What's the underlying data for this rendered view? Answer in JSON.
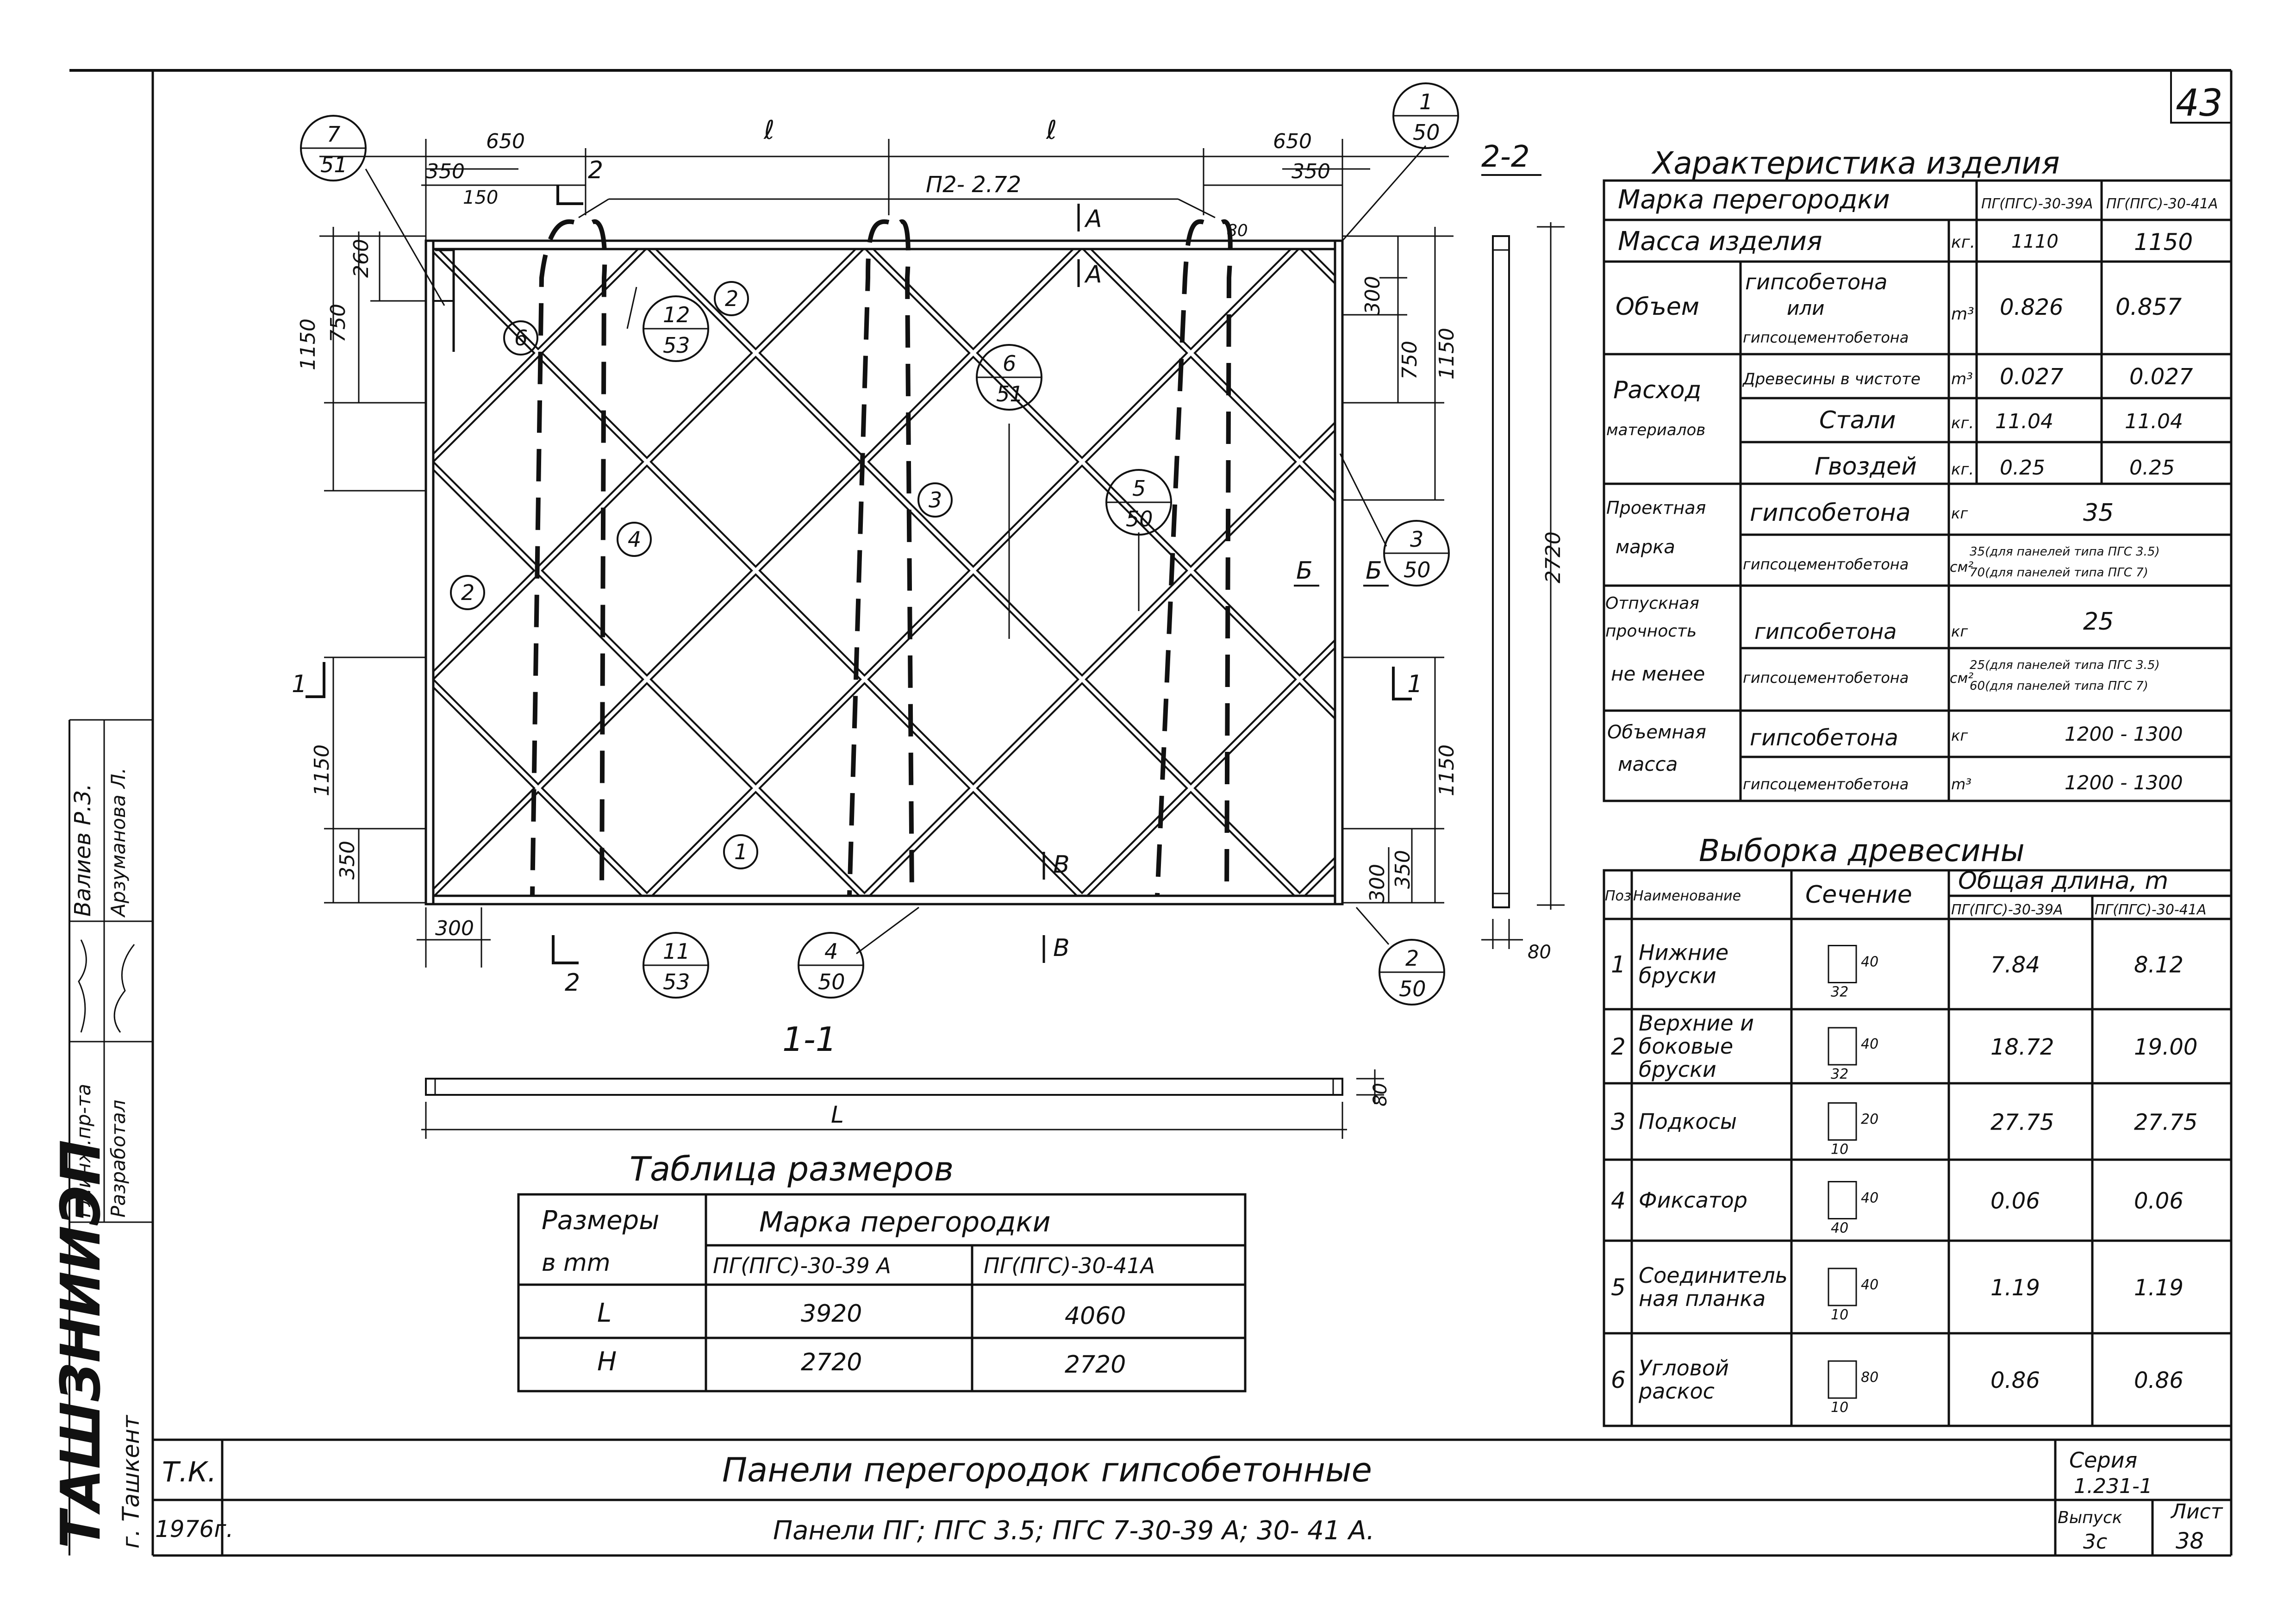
{
  "sheet": {
    "page_number": "43",
    "stamp_logo": "ТАШЗНИИЭП",
    "city": "г. Ташкент",
    "signatures": {
      "chief_engineer_label": "Гл.инж.пр-та",
      "developer_label": "Разработал",
      "name_1": "Валиев  Р.З.",
      "name_2": "Арзуманова Л."
    }
  },
  "drawing": {
    "dims": {
      "d650_left": "650",
      "d350_left": "350",
      "d150": "150",
      "l1": "ℓ",
      "l2": "ℓ",
      "d650_right": "650",
      "d350_right": "350",
      "mark_pg": "П2- 2.72",
      "d260": "260",
      "d750_left": "750",
      "d1150_left_top": "1150",
      "d1150_left_bottom": "1150",
      "d350_left_bottom": "350",
      "d300_bottom": "300",
      "d300_right_top": "300",
      "d750_right": "750",
      "d1150_right_top": "1150",
      "d2720": "2720",
      "d1150_right_bottom": "1150",
      "d300_right_bottom": "300",
      "d350_right_bottom": "350",
      "d80_top": "80",
      "d80_side": "80",
      "d80_section": "80",
      "L": "L"
    },
    "callouts": [
      {
        "id": "c7_51",
        "top": "7",
        "bottom": "51"
      },
      {
        "id": "c1_50",
        "top": "1",
        "bottom": "50"
      },
      {
        "id": "c12_53",
        "top": "12",
        "bottom": "53"
      },
      {
        "id": "c6_51",
        "top": "6",
        "bottom": "51"
      },
      {
        "id": "c5_50",
        "top": "5",
        "bottom": "50"
      },
      {
        "id": "c3_50",
        "top": "3",
        "bottom": "50"
      },
      {
        "id": "c11_53",
        "top": "11",
        "bottom": "53"
      },
      {
        "id": "c4_50",
        "top": "4",
        "bottom": "50"
      },
      {
        "id": "c2_50",
        "top": "2",
        "bottom": "50"
      }
    ],
    "positions": [
      "6",
      "2",
      "2",
      "4",
      "3",
      "1"
    ],
    "section_marks": {
      "s2_top": "2",
      "s2_bottom": "2",
      "s1_left": "1",
      "s1_right": "1",
      "A_top": "А",
      "A_bottom": "А",
      "B_top": "В",
      "B_bottom": "В",
      "Б_left": "Б",
      "Б_right": "Б"
    },
    "section_titles": {
      "s22": "2-2",
      "s11": "1-1"
    }
  },
  "sizes_table": {
    "title": "Таблица  размеров",
    "header_col1_line1": "Размеры",
    "header_col1_line2": "в  mm",
    "header_col2": "Марка  перегородки",
    "col_a": "ПГ(ПГС)-30-39 А",
    "col_b": "ПГ(ПГС)-30-41А",
    "rows": [
      {
        "name": "L",
        "a": "3920",
        "b": "4060"
      },
      {
        "name": "Н",
        "a": "2720",
        "b": "2720"
      }
    ]
  },
  "char_table": {
    "title": "Характеристика  изделия",
    "row_mark": {
      "label": "Марка перегородки",
      "a": "ПГ(ПГС)-30-39А",
      "b": "ПГ(ПГС)-30-41А"
    },
    "row_mass": {
      "label": "Масса  изделия",
      "unit": "кг.",
      "a": "1110",
      "b": "1150"
    },
    "row_volume": {
      "label": "Объем",
      "sub_line1": "гипсобетона",
      "sub_line2": "или",
      "sub_line3": "гипсоцементобетона",
      "unit": "m³",
      "a": "0.826",
      "b": "0.857"
    },
    "row_consumption": {
      "label_line1": "Расход",
      "label_line2": "материалов",
      "items": [
        {
          "name": "Древесины в чистоте",
          "unit": "m³",
          "a": "0.027",
          "b": "0.027"
        },
        {
          "name": "Стали",
          "unit": "кг.",
          "a": "11.04",
          "b": "11.04"
        },
        {
          "name": "Гвоздей",
          "unit": "кг.",
          "a": "0.25",
          "b": "0.25"
        }
      ]
    },
    "row_design": {
      "label_line1": "Проектная",
      "label_line2": "марка",
      "sub1": "гипсобетона",
      "unit1": "кг",
      "val1": "35",
      "sub2": "гипсоцементобетона",
      "unit2": "см²",
      "val2_line1": "35(для панелей типа ПГС 3.5)",
      "val2_line2": "70(для панелей типа ПГС 7)"
    },
    "row_release": {
      "label_line1": "Отпускная",
      "label_line2": "прочность",
      "label_line3": "не менее",
      "sub1": "гипсобетона",
      "unit1": "кг",
      "val1": "25",
      "sub2": "гипсоцементобетона",
      "unit2": "см²",
      "val2_line1": "25(для панелей типа ПГС 3.5)",
      "val2_line2": "60(для панелей типа ПГС 7)"
    },
    "row_density": {
      "label_line1": "Объемная",
      "label_line2": "масса",
      "sub1": "гипсобетона",
      "sub2": "гипсоцементобетона",
      "unit1": "кг",
      "unit2": "m³",
      "val1": "1200 - 1300",
      "val2": "1200 - 1300"
    }
  },
  "wood_table": {
    "title": "Выборка  древесины",
    "h_pos": "Поз",
    "h_name": "Наименование",
    "h_section": "Сечение",
    "h_total": "Общая  длина, m",
    "col_a": "ПГ(ПГС)-30-39А",
    "col_b": "ПГ(ПГС)-30-41А",
    "rows": [
      {
        "pos": "1",
        "name_line1": "Нижние",
        "name_line2": "бруски",
        "name_line3": "",
        "sec_w": "32",
        "sec_h": "40",
        "a": "7.84",
        "b": "8.12"
      },
      {
        "pos": "2",
        "name_line1": "Верхние и",
        "name_line2": "боковые",
        "name_line3": "бруски",
        "sec_w": "32",
        "sec_h": "40",
        "a": "18.72",
        "b": "19.00"
      },
      {
        "pos": "3",
        "name_line1": "Подкосы",
        "name_line2": "",
        "name_line3": "",
        "sec_w": "10",
        "sec_h": "20",
        "a": "27.75",
        "b": "27.75"
      },
      {
        "pos": "4",
        "name_line1": "Фиксатор",
        "name_line2": "",
        "name_line3": "",
        "sec_w": "40",
        "sec_h": "40",
        "a": "0.06",
        "b": "0.06"
      },
      {
        "pos": "5",
        "name_line1": "Соединитель",
        "name_line2": "ная планка",
        "name_line3": "",
        "sec_w": "10",
        "sec_h": "40",
        "a": "1.19",
        "b": "1.19"
      },
      {
        "pos": "6",
        "name_line1": "Угловой",
        "name_line2": "раскос",
        "name_line3": "",
        "sec_w": "10",
        "sec_h": "80",
        "a": "0.86",
        "b": "0.86"
      }
    ]
  },
  "title_block": {
    "tk": "Т.К.",
    "year": "1976г.",
    "title": "Панели  перегородок  гипсобетонные",
    "subtitle": "Панели ПГ; ПГС 3.5;  ПГС 7-30-39 А;  30- 41 А.",
    "series_label": "Серия",
    "series_value": "1.231-1",
    "issue_label": "Выпуск",
    "issue_value": "3с",
    "sheet_label": "Лист",
    "sheet_value": "38"
  }
}
